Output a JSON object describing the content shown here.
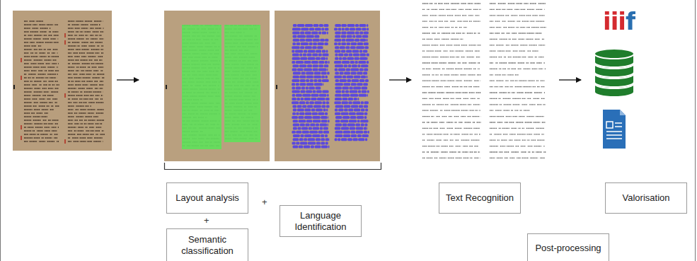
{
  "diagram": {
    "nodes": [
      {
        "text": [
          "Layout analysis"
        ]
      },
      {
        "text": [
          "Semantic classification"
        ]
      },
      {
        "text": [
          "Language Identification"
        ]
      },
      {
        "text": [
          "Text Recognition"
        ]
      },
      {
        "text": [
          "Valorisation"
        ]
      },
      {
        "text": [
          "Post-processing"
        ]
      }
    ],
    "labels": [
      "+",
      "+",
      "iiif"
    ]
  }
}
